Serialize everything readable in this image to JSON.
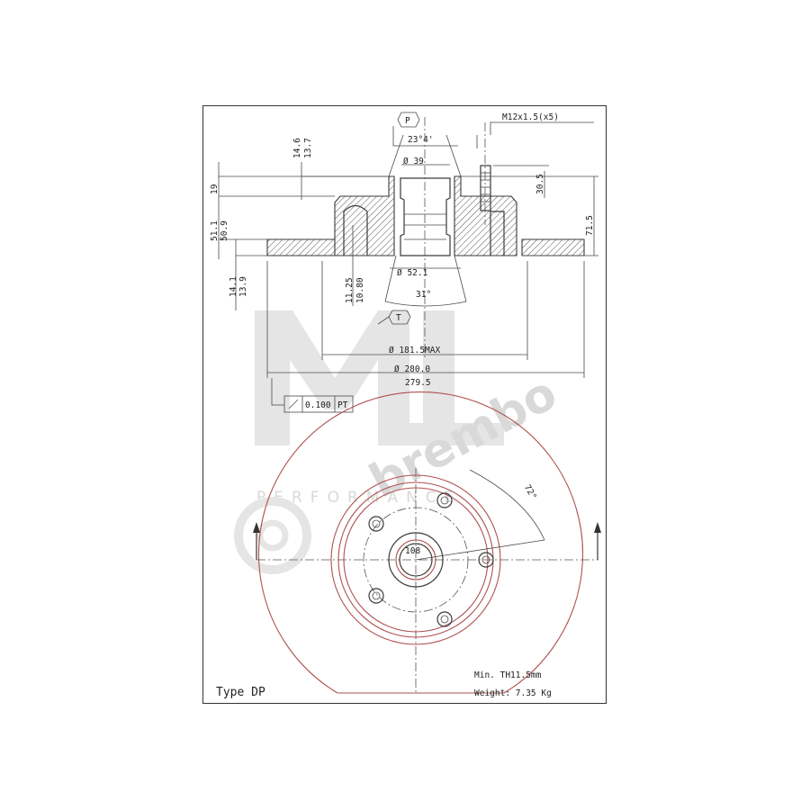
{
  "type_label": "Type DP",
  "min_thickness": "Min. TH11.5mm",
  "weight": "Weight: 7.35 Kg",
  "dimensions": {
    "bolt_thread": "M12x1.5(x5)",
    "ref_p": "P",
    "ref_t": "T",
    "angle_top": "23°4'",
    "dia_39": "Ø 39",
    "dia_52": "Ø 52.1",
    "angle_31": "31°",
    "dia_181": "Ø 181.5MAX",
    "dia_280": "Ø 280.0",
    "dia_279": "279.5",
    "h_14_6": "14.6",
    "h_13_7": "13.7",
    "h_19": "19",
    "h_51_1": "51.1",
    "h_50_9": "50.9",
    "h_14_1": "14.1",
    "h_13_9": "13.9",
    "h_11_25": "11.25",
    "h_10_80": "10.80",
    "h_30_5": "30.5",
    "h_71_5": "71.5",
    "runout": "0.100",
    "runout_ref": "PT",
    "angle_72": "72°",
    "pcd_108": "108"
  },
  "watermark": {
    "logo_text": "ML",
    "tagline": "PERFORMANCE",
    "brand": "brembo"
  }
}
